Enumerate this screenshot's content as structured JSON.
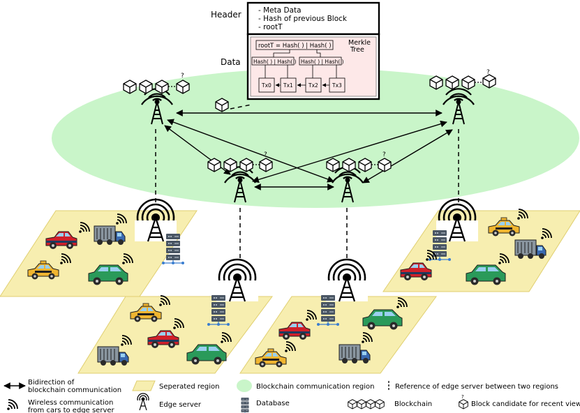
{
  "block": {
    "header_label": "Header",
    "data_label": "Data",
    "header_lines": [
      "- Meta Data",
      "- Hash of previous Block",
      "- rootT"
    ],
    "merkle_label_1": "Merkle",
    "merkle_label_2": "Tree",
    "root_formula": "rootT = Hash( ) | Hash( )",
    "hash_pair_left": "Hash( ) | Hash( )",
    "hash_pair_right": "Hash( ) | Hash( )",
    "tx": [
      "Tx0",
      "Tx1",
      "Tx2",
      "Tx3"
    ]
  },
  "question_mark": "?",
  "legend": {
    "bidirection_1": "Bidirection of",
    "bidirection_2": "blockchain communication",
    "wireless_1": "Wireless communication",
    "wireless_2": "from cars to edge server",
    "separated_region": "Seperated region",
    "edge_server": "Edge server",
    "blockchain_region": "Blockchain communication region",
    "database": "Database",
    "reference": "Reference of edge server between two regions",
    "blockchain": "Blockchain",
    "block_candidate": "Block candidate for recent view"
  },
  "colors": {
    "region_fill": "#f7eeb0",
    "ellipse_fill": "#c9f5c9",
    "car_red": "#d0202a",
    "car_green": "#2a9a5a",
    "taxi": "#f0b530",
    "truck_gray": "#8a96a0",
    "server": "#4a5664"
  }
}
